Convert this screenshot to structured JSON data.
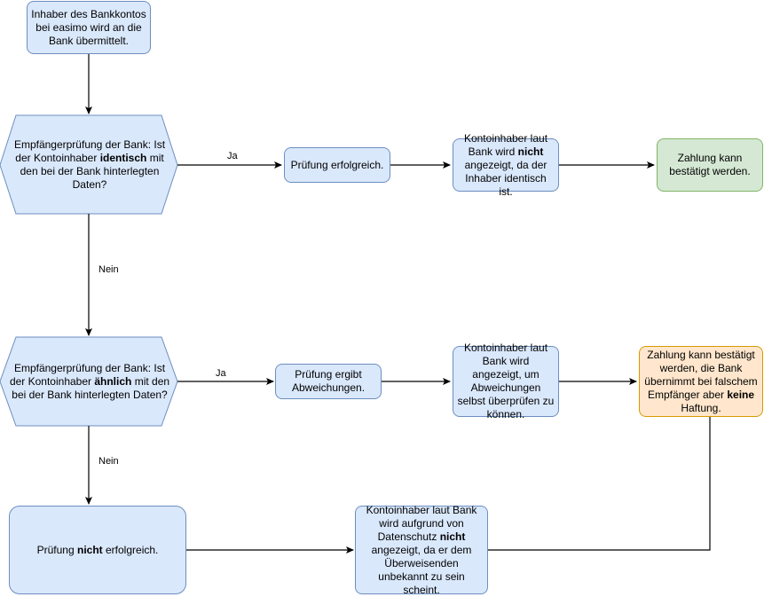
{
  "nodes": {
    "start": "Inhaber des Bankkontos bei easimo wird an die Bank übermittelt.",
    "check1": {
      "pre": "Empfängerprüfung der Bank: Ist der Kontoinhaber ",
      "bold": "identisch",
      "post": " mit den bei der Bank hinterlegten Daten?"
    },
    "ok1": "Prüfung erfolgreich.",
    "info1": {
      "pre": "Kontoinhaber laut Bank wird ",
      "bold": "nicht",
      "post": " angezeigt, da der Inhaber identisch ist."
    },
    "result1": "Zahlung kann bestätigt werden.",
    "check2": {
      "pre": "Empfängerprüfung der Bank: Ist der Kontoinhaber ",
      "bold": "ähnlich",
      "post": " mit den bei der Bank hinterlegten Daten?"
    },
    "dev2": "Prüfung ergibt Abweichungen.",
    "info2": "Kontoinhaber laut Bank wird angezeigt, um Abweichungen selbst überprüfen zu können.",
    "result2": {
      "pre": "Zahlung kann bestätigt werden, die Bank übernimmt bei falschem Empfänger aber ",
      "bold": "keine",
      "post": " Haftung."
    },
    "fail": {
      "pre": "Prüfung ",
      "bold": "nicht",
      "post": " erfolgreich."
    },
    "info3": {
      "pre": "Kontoinhaber laut Bank wird aufgrund von Datenschutz ",
      "bold": "nicht",
      "post": " angezeigt, da er dem Überweisenden unbekannt zu sein scheint."
    }
  },
  "edge_labels": {
    "ja1": "Ja",
    "nein1": "Nein",
    "ja2": "Ja",
    "nein2": "Nein"
  },
  "colors": {
    "blue_fill": "#dae8fc",
    "blue_stroke": "#6c8ebf",
    "green_fill": "#d5e8d4",
    "green_stroke": "#82b366",
    "orange_fill": "#ffe6cc",
    "orange_stroke": "#d79b00"
  }
}
